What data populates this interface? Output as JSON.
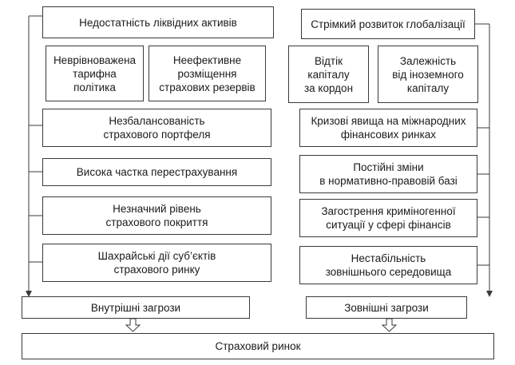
{
  "internal": {
    "b1": "Недостатність ліквідних активів",
    "b2a": "Неврівноважена\nтарифна\nполітика",
    "b2b": "Неефективне\nрозміщення\nстрахових резервів",
    "b3": "Незбалансованість\nстрахового портфеля",
    "b4": "Висока частка перестрахування",
    "b5": "Незначний рівень\nстрахового покриття",
    "b6": "Шахрайські дії суб’єктів\nстрахового ринку",
    "result": "Внутрішні загрози"
  },
  "external": {
    "b1": "Стрімкий розвиток глобалізації",
    "b2a": "Відтік\nкапіталу\nза кордон",
    "b2b": "Залежність\nвід іноземного\nкапіталу",
    "b3": "Кризові явища на міжнародних\nфінансових ринках",
    "b4": "Постійні зміни\nв нормативно-правовій базі",
    "b5": "Загострення криміногенної\nситуації у сфері фінансів",
    "b6": "Нестабільність\nзовнішнього середовища",
    "result": "Зовнішні загрози"
  },
  "bottom": "Страховий ринок"
}
